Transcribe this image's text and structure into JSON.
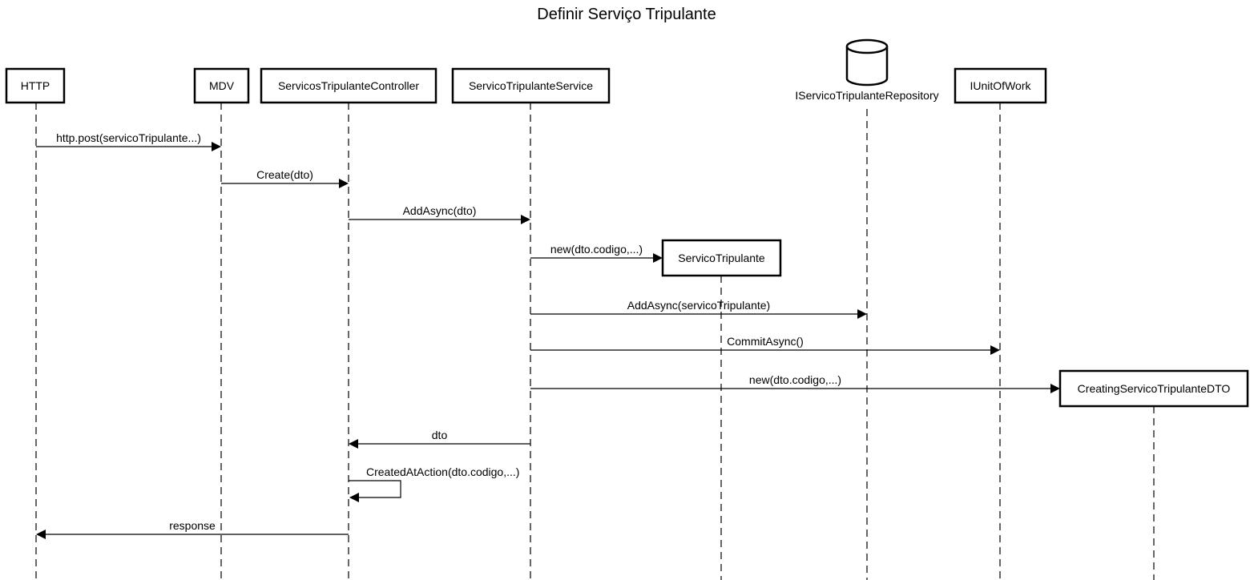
{
  "diagram": {
    "title": "Definir Serviço Tripulante",
    "participants": [
      {
        "id": "http",
        "label": "HTTP",
        "kind": "box"
      },
      {
        "id": "mdv",
        "label": "MDV",
        "kind": "box"
      },
      {
        "id": "controller",
        "label": "ServicosTripulanteController",
        "kind": "box"
      },
      {
        "id": "service",
        "label": "ServicoTripulanteService",
        "kind": "box"
      },
      {
        "id": "servico",
        "label": "ServicoTripulante",
        "kind": "box"
      },
      {
        "id": "repo",
        "label": "IServicoTripulanteRepository",
        "kind": "database"
      },
      {
        "id": "uow",
        "label": "IUnitOfWork",
        "kind": "box"
      },
      {
        "id": "dto",
        "label": "CreatingServicoTripulanteDTO",
        "kind": "box"
      }
    ],
    "messages": [
      {
        "from": "http",
        "to": "mdv",
        "label": "http.post(servicoTripulante...)"
      },
      {
        "from": "mdv",
        "to": "controller",
        "label": "Create(dto)"
      },
      {
        "from": "controller",
        "to": "service",
        "label": "AddAsync(dto)"
      },
      {
        "from": "service",
        "to": "servico",
        "label": "new(dto.codigo,...)",
        "creates": true
      },
      {
        "from": "service",
        "to": "repo",
        "label": "AddAsync(servicoTripulante)"
      },
      {
        "from": "service",
        "to": "uow",
        "label": "CommitAsync()"
      },
      {
        "from": "service",
        "to": "dto",
        "label": "new(dto.codigo,...)",
        "creates": true
      },
      {
        "from": "service",
        "to": "controller",
        "label": "dto"
      },
      {
        "from": "controller",
        "to": "controller",
        "label": "CreatedAtAction(dto.codigo,...)",
        "self": true
      },
      {
        "from": "controller",
        "to": "http",
        "label": "response"
      }
    ]
  }
}
